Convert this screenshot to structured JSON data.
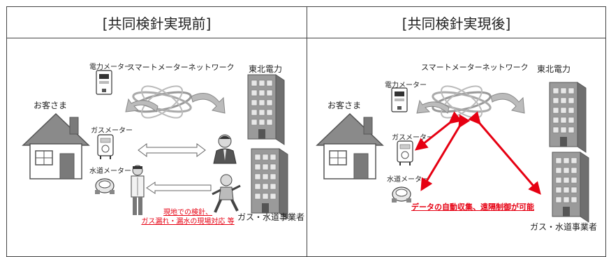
{
  "before": {
    "title": "[共同検針実現前]",
    "customer": "お客さま",
    "electric_meter": "電力メーター",
    "gas_meter": "ガスメーター",
    "water_meter": "水道メーター",
    "network": "スマートメーターネットワーク",
    "utility": "東北電力",
    "operators": "ガス・水道事業者",
    "note_line1": "現地での検針、",
    "note_line2": "ガス漏れ・漏水の現場対応 等"
  },
  "after": {
    "title": "[共同検針実現後]",
    "customer": "お客さま",
    "electric_meter": "電力メーター",
    "gas_meter": "ガスメーター",
    "water_meter": "水道メーター",
    "network": "スマートメーターネットワーク",
    "utility": "東北電力",
    "operators": "ガス・水道事業者",
    "note": "データの自動収集、遠隔制御が可能"
  },
  "colors": {
    "accent_red": "#e60012",
    "building": "#9a9a9a",
    "outline": "#444444"
  }
}
